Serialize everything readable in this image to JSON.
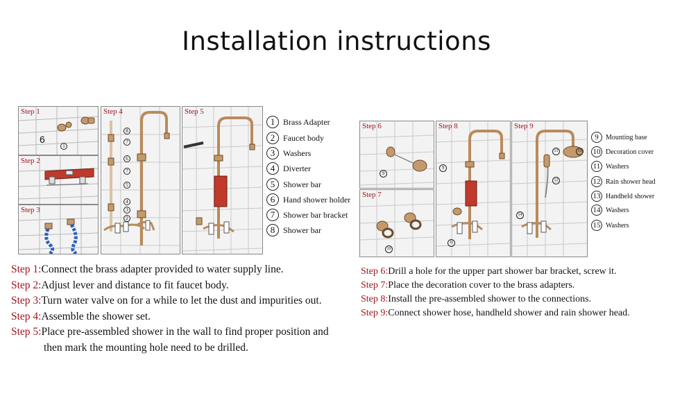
{
  "title": "Installation instructions",
  "panels": [
    {
      "id": "step1",
      "label": "Step 1"
    },
    {
      "id": "step2",
      "label": "Step 2"
    },
    {
      "id": "step3",
      "label": "Step 3"
    },
    {
      "id": "step4",
      "label": "Step 4"
    },
    {
      "id": "step5",
      "label": "Step 5"
    },
    {
      "id": "step6",
      "label": "Step 6"
    },
    {
      "id": "step7",
      "label": "Step 7"
    },
    {
      "id": "step8",
      "label": "Step 8"
    },
    {
      "id": "step9",
      "label": "Step 9"
    }
  ],
  "callouts": {
    "c1": "1",
    "c6": "6",
    "c7": "7",
    "c8": "8",
    "c4": "4",
    "c5": "5",
    "c3": "3",
    "c2": "2",
    "c9": "9",
    "c10": "10",
    "c11": "11",
    "c12": "12",
    "c13": "13",
    "c14": "14",
    "c15": "15"
  },
  "legend_left": [
    {
      "num": "1",
      "text": "Brass Adapter"
    },
    {
      "num": "2",
      "text": "Faucet body"
    },
    {
      "num": "3",
      "text": "Washers"
    },
    {
      "num": "4",
      "text": "Diverter"
    },
    {
      "num": "5",
      "text": "Shower bar"
    },
    {
      "num": "6",
      "text": "Hand shower holder"
    },
    {
      "num": "7",
      "text": "Shower bar bracket"
    },
    {
      "num": "8",
      "text": "Shower bar"
    }
  ],
  "legend_right": [
    {
      "num": "9",
      "text": "Mounting base"
    },
    {
      "num": "10",
      "text": "Decoration cover"
    },
    {
      "num": "11",
      "text": "Washers"
    },
    {
      "num": "12",
      "text": "Rain shower head"
    },
    {
      "num": "13",
      "text": "Handheld shower"
    },
    {
      "num": "14",
      "text": "Washers"
    },
    {
      "num": "15",
      "text": "Washers"
    }
  ],
  "steps_left": [
    {
      "label": "Step 1:",
      "text": "Connect the brass adapter provided to water supply line."
    },
    {
      "label": "Step 2:",
      "text": "Adjust lever and distance to fit faucet body."
    },
    {
      "label": "Step 3:",
      "text": "Turn water valve on for a while to let the dust  and impurities out."
    },
    {
      "label": "Step 4:",
      "text": "Assemble the shower set."
    },
    {
      "label": "Step 5:",
      "text": "Place pre-assembled shower in the wall to find proper position and"
    }
  ],
  "step5_cont": "then mark the mounting hole need to be  drilled.",
  "steps_right": [
    {
      "label": "Step 6:",
      "text": "Drill a hole for the upper part shower bar bracket, screw it."
    },
    {
      "label": "Step 7:",
      "text": "Place the decoration cover to the brass adapters."
    },
    {
      "label": "Step 8:",
      "text": "Install the pre-assembled shower to the connections."
    },
    {
      "label": "Step 9:",
      "text": "Connect shower hose, handheld shower and rain shower head."
    }
  ]
}
